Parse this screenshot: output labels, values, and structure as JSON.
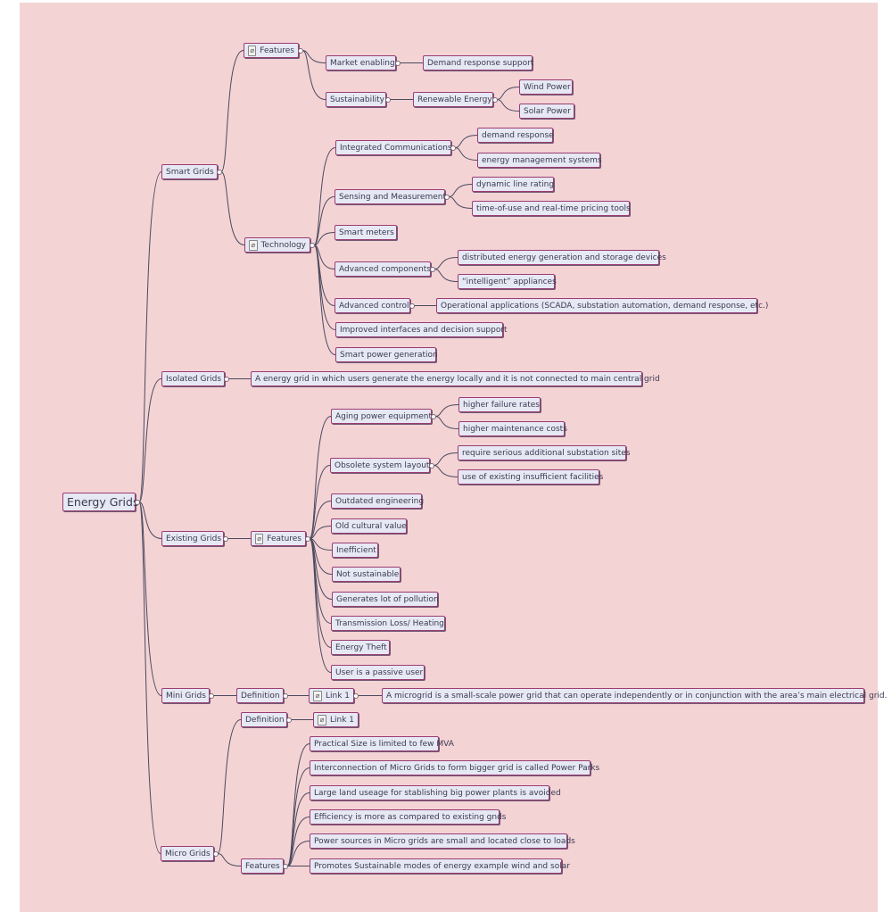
{
  "root": "Energy Grids",
  "smart_grids": {
    "label": "Smart Grids",
    "features": {
      "label": "Features",
      "market_enabling": "Market enabling",
      "demand_response_support": "Demand response support",
      "sustainability": "Sustainability",
      "renewable_energy": "Renewable Energy",
      "wind_power": "Wind Power",
      "solar_power": "Solar Power"
    },
    "technology": {
      "label": "Technology",
      "integrated_communications": "Integrated Communications",
      "demand_response": "demand response",
      "energy_management_systems": "energy management systems",
      "sensing_measurement": "Sensing and Measurement",
      "dynamic_line_rating": "dynamic line rating",
      "time_of_use": "time-of-use and real-time pricing tools",
      "smart_meters": "Smart meters",
      "advanced_components": "Advanced components",
      "distributed_generation": "distributed energy generation and storage devices",
      "intelligent_appliances": "“intelligent” appliances",
      "advanced_control": "Advanced control",
      "operational_applications": "Operational applications (SCADA, substation automation, demand response, etc.)",
      "improved_interfaces": "Improved interfaces and decision support",
      "smart_power_generation": "Smart power generation"
    }
  },
  "isolated_grids": {
    "label": "Isolated Grids",
    "definition": "A energy grid in which users generate the energy locally and it is not connected to main central grid"
  },
  "existing_grids": {
    "label": "Existing Grids",
    "features": {
      "label": "Features",
      "aging_power_equipment": "Aging power equipment",
      "higher_failure_rates": "higher failure rates",
      "higher_maintenance_costs": "higher maintenance costs",
      "obsolete_system_layout": "Obsolete system layout",
      "require_substation_sites": "require serious additional substation sites",
      "existing_facilities": "use of existing insufficient facilities",
      "outdated_engineering": "Outdated engineering",
      "old_cultural_value": "Old cultural value",
      "inefficient": "Inefficient",
      "not_sustainable": "Not sustainable",
      "pollution": "Generates lot of pollution",
      "transmission_loss": "Transmission Loss/ Heating",
      "energy_theft": "Energy Theft",
      "passive_user": "User is a passive user"
    }
  },
  "mini_grids": {
    "label": "Mini Grids",
    "definition": "Definition",
    "link": "Link 1",
    "text": "A microgrid is a small-scale power grid that can operate independently or in conjunction with the area’s main electrical grid."
  },
  "micro_grids": {
    "label": "Micro Grids",
    "definition": "Definition",
    "link": "Link 1",
    "features": {
      "label": "Features",
      "practical_size": "Practical Size is limited to few MVA",
      "power_parks": "Interconnection of Micro Grids to form bigger grid is called Power Parks",
      "land_useage": "Large land useage for stablishing big power plants is avoided",
      "efficiency": "Efficiency is more as compared to existing gnds",
      "power_sources": "Power sources in Micro grids are small and located close to loads",
      "sustainable_modes": "Promotes Sustainable modes of energy example wind and solar"
    }
  },
  "colors": {
    "background": "#f4d3d5",
    "node_fill": "#e6e8f3",
    "node_border": "#9b3d72",
    "line": "#4a4a5e"
  },
  "icons": {
    "link": "paperclip-icon"
  }
}
